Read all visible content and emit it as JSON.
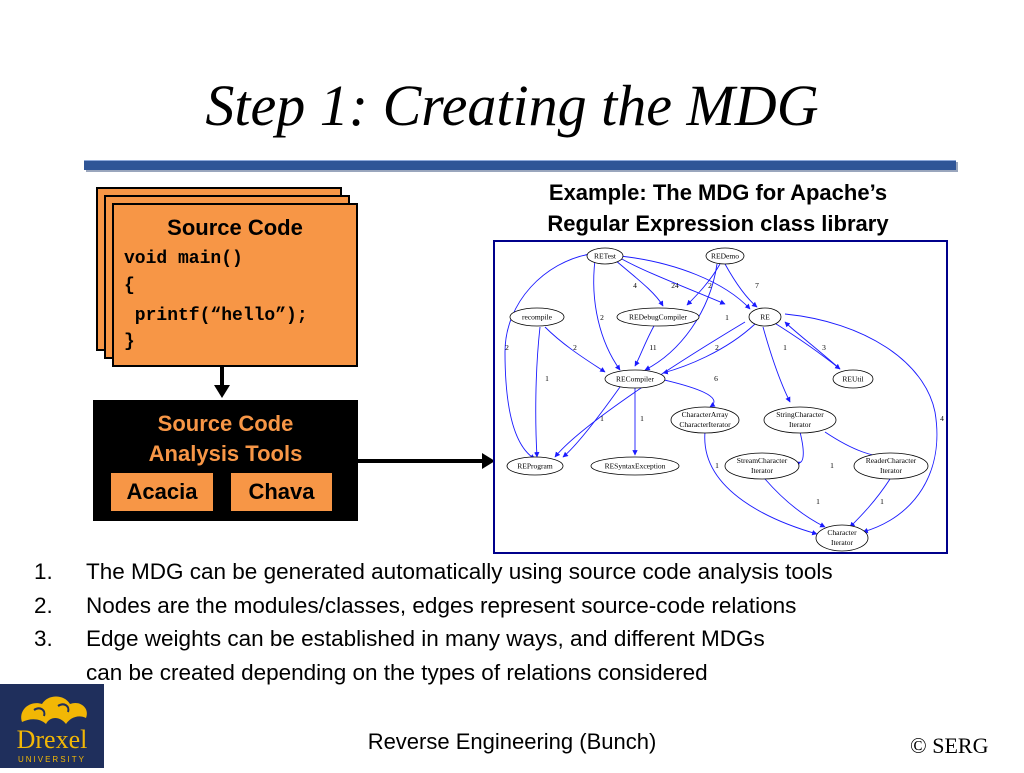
{
  "slide": {
    "title": "Step 1: Creating the MDG",
    "source_code": {
      "title": "Source Code",
      "lines": [
        "void main()",
        "{",
        " printf(“hello”);",
        "}"
      ]
    },
    "tools": {
      "title_line1": "Source Code",
      "title_line2": "Analysis Tools",
      "tool1": "Acacia",
      "tool2": "Chava"
    },
    "example": {
      "line1": "Example:  The MDG for Apache’s",
      "line2": "Regular Expression class library"
    },
    "mdg": {
      "nodes": [
        {
          "id": "retest",
          "lines": [
            "RETest"
          ]
        },
        {
          "id": "redemo",
          "lines": [
            "REDemo"
          ]
        },
        {
          "id": "recompile",
          "lines": [
            "recompile"
          ]
        },
        {
          "id": "redebug",
          "lines": [
            "REDebugCompiler"
          ]
        },
        {
          "id": "re",
          "lines": [
            "RE"
          ]
        },
        {
          "id": "recompiler",
          "lines": [
            "RECompiler"
          ]
        },
        {
          "id": "reutil",
          "lines": [
            "REUtil"
          ]
        },
        {
          "id": "caiter",
          "lines": [
            "CharacterArray",
            "CharacterIterator"
          ]
        },
        {
          "id": "stringci",
          "lines": [
            "StringCharacter",
            "Iterator"
          ]
        },
        {
          "id": "reprogram",
          "lines": [
            "REProgram"
          ]
        },
        {
          "id": "resyntax",
          "lines": [
            "RESyntaxException"
          ]
        },
        {
          "id": "streamci",
          "lines": [
            "StreamCharacter",
            "Iterator"
          ]
        },
        {
          "id": "readerci",
          "lines": [
            "ReaderCharacter",
            "Iterator"
          ]
        },
        {
          "id": "ci",
          "lines": [
            "Character",
            "Iterator"
          ]
        }
      ],
      "weights": [
        "4",
        "24",
        "2",
        "7",
        "2",
        "1",
        "2",
        "2",
        "11",
        "2",
        "1",
        "3",
        "1",
        "6",
        "1",
        "1",
        "4",
        "1",
        "1",
        "1",
        "1"
      ]
    },
    "list": [
      {
        "num": "1.",
        "text": "The MDG can be generated automatically using source code analysis tools"
      },
      {
        "num": "2.",
        "text": "Nodes are the modules/classes, edges represent source-code relations"
      },
      {
        "num": "3.",
        "text": "Edge weights can be established in many ways, and different MDGs",
        "cont": "can be created depending on the types of relations considered"
      }
    ],
    "footer": "Reverse Engineering (Bunch)",
    "copyright": "© SERG",
    "logo": {
      "line1": "Drexel",
      "line2": "UNIVERSITY"
    }
  }
}
